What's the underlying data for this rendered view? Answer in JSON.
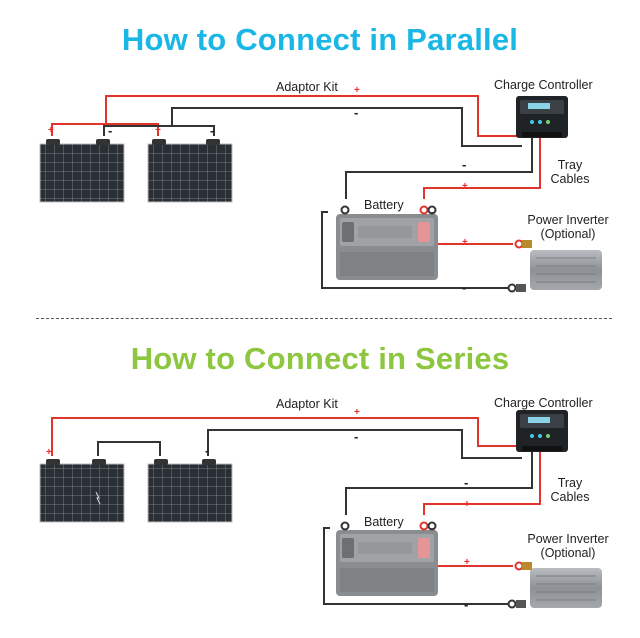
{
  "colors": {
    "parallel_title": "#1ab7e6",
    "series_title": "#8dc63f",
    "positive_wire": "#e0342c",
    "negative_wire": "#333333"
  },
  "parallel": {
    "title": "How to Connect in Parallel",
    "adaptor_kit": "Adaptor Kit",
    "charge_controller": "Charge Controller",
    "tray_cables_line1": "Tray",
    "tray_cables_line2": "Cables",
    "battery": "Battery",
    "inverter_line1": "Power Inverter",
    "inverter_line2": "(Optional)",
    "plus": "+",
    "minus": "-"
  },
  "series": {
    "title": "How to Connect in Series",
    "adaptor_kit": "Adaptor Kit",
    "charge_controller": "Charge Controller",
    "tray_cables_line1": "Tray",
    "tray_cables_line2": "Cables",
    "battery": "Battery",
    "inverter_line1": "Power Inverter",
    "inverter_line2": "(Optional)",
    "plus": "+",
    "minus": "-"
  },
  "icons": [
    "solar-panel-icon",
    "charge-controller-icon",
    "battery-icon",
    "power-inverter-icon"
  ]
}
